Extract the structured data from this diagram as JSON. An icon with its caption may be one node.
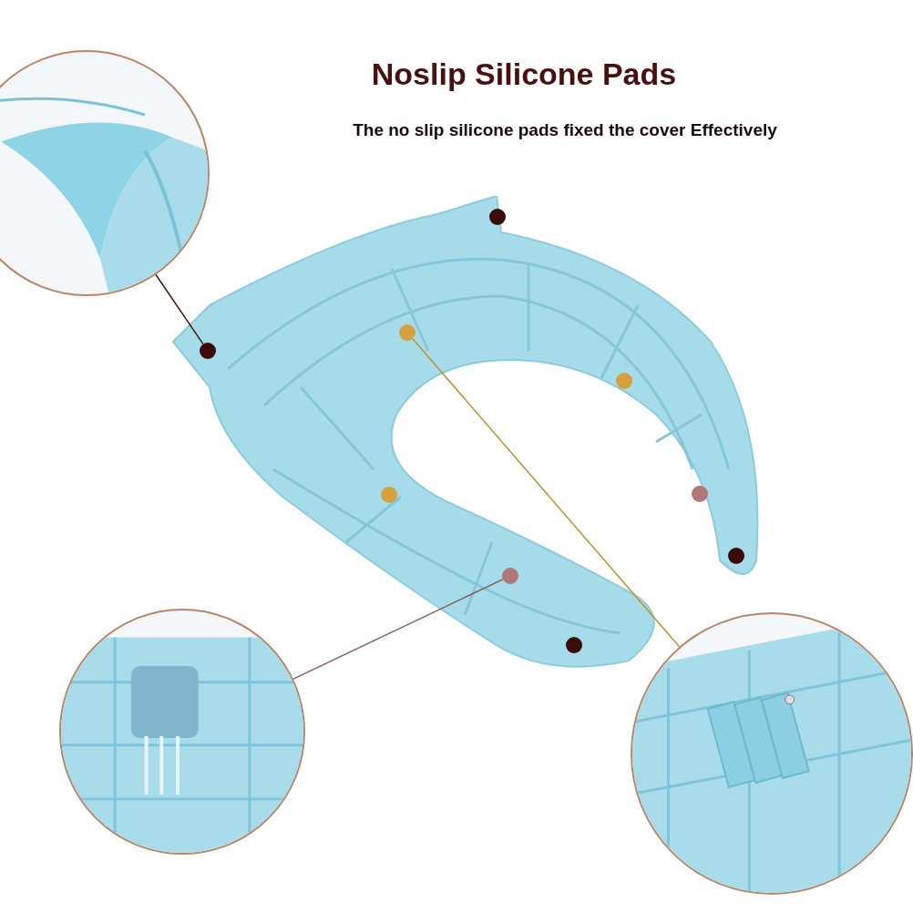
{
  "diagram": {
    "title": "Noslip Silicone Pads",
    "caption": "The no slip silicone pads fixed the cover Effectively",
    "nodes": [
      {
        "text": [],
        "shape": "picture"
      },
      {
        "text": [],
        "shape": "picture"
      },
      {
        "text": [],
        "shape": "picture"
      },
      {
        "text": [],
        "shape": "picture"
      },
      {
        "text": [],
        "shape": "circle",
        "in": 3
      },
      {
        "text": [],
        "shape": "circle",
        "in": 3
      },
      {
        "text": [],
        "shape": "circle",
        "in": 3
      },
      {
        "text": [],
        "shape": "circle",
        "in": 3
      },
      {
        "text": [],
        "shape": "circle",
        "in": 3
      },
      {
        "text": [],
        "shape": "circle",
        "in": 3
      },
      {
        "text": [],
        "shape": "circle",
        "in": 3
      },
      {
        "text": [],
        "shape": "circle",
        "in": 3
      },
      {
        "text": [],
        "shape": "circle",
        "in": 3
      }
    ],
    "edges": [
      {
        "from": 0,
        "to": 6,
        "arrow": "none",
        "color": "#3a1a12"
      },
      {
        "from": 1,
        "to": 11,
        "arrow": "none",
        "color": "#8a5a5a"
      },
      {
        "from": 2,
        "to": 5,
        "arrow": "none",
        "color": "#c09030"
      }
    ]
  }
}
